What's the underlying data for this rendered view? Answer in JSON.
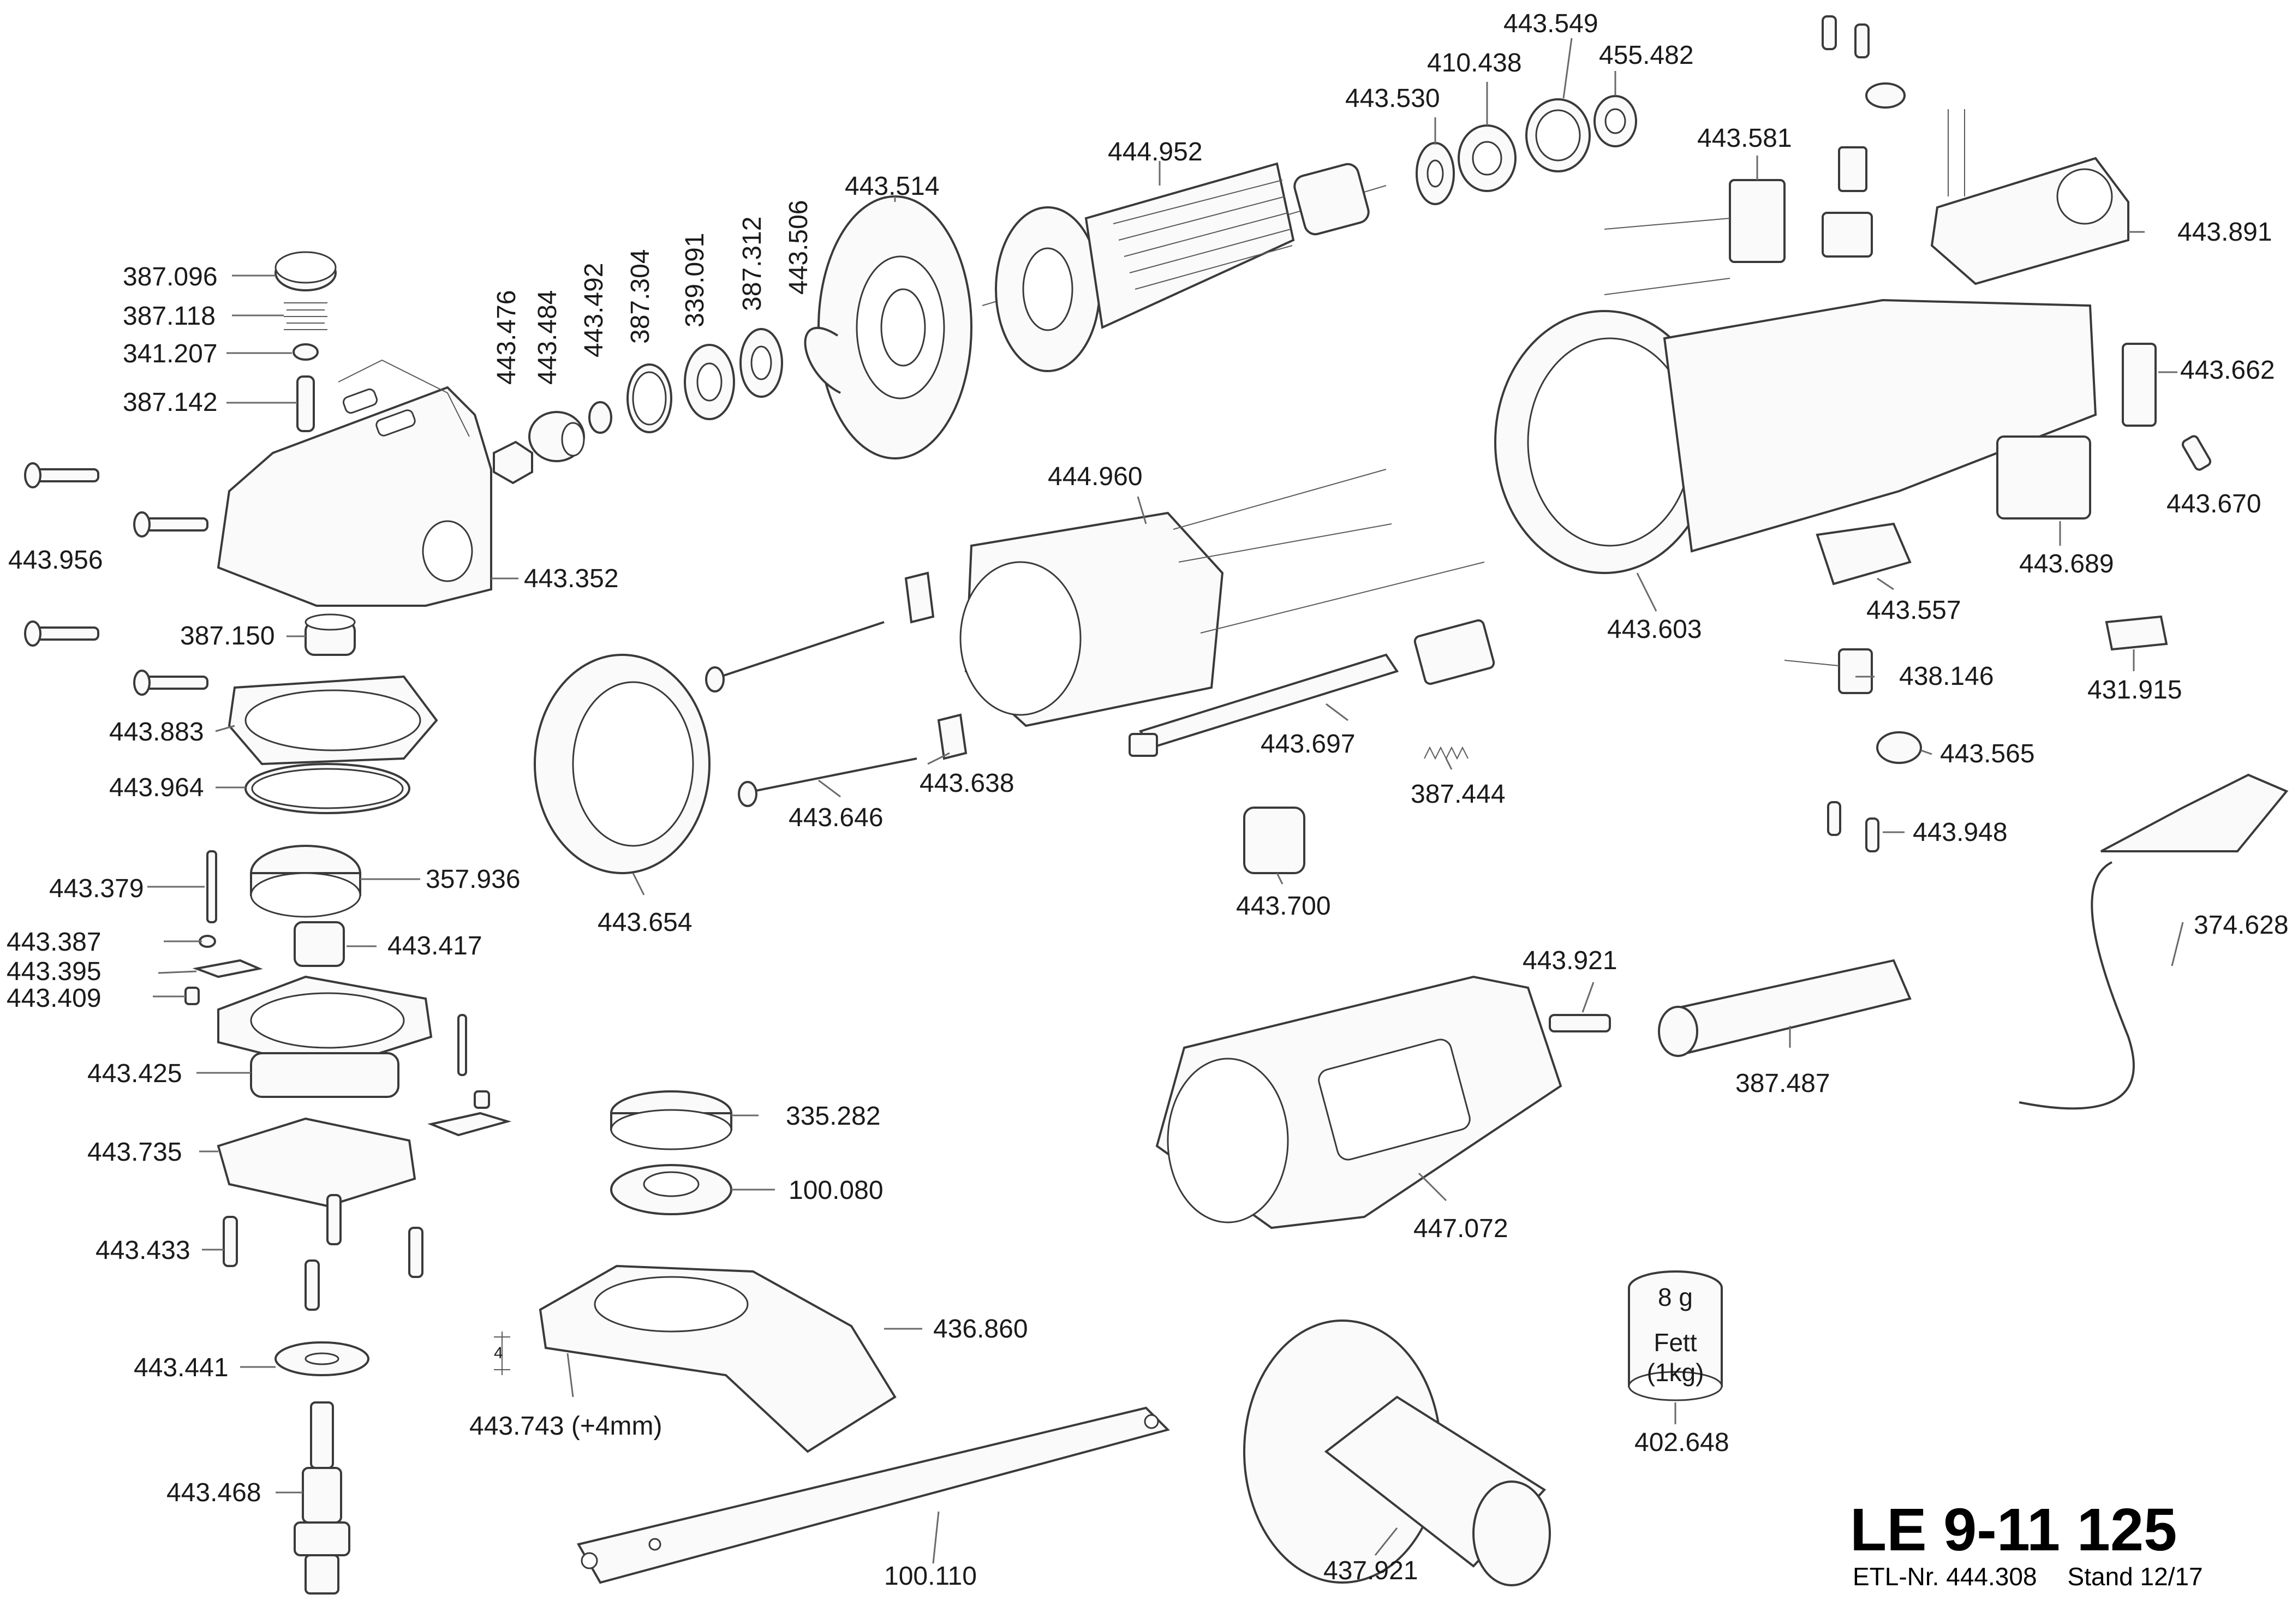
{
  "title": "LE 9-11 125",
  "footer": {
    "etl": "ETL-Nr. 444.308",
    "stand": "Stand 12/17"
  },
  "grease": {
    "amount": "8 g",
    "line1": "Fett",
    "line2": "(1kg)"
  },
  "parts": {
    "p443549": "443.549",
    "p410438": "410.438",
    "p455482": "455.482",
    "p443530": "443.530",
    "p444952": "444.952",
    "p443581": "443.581",
    "p443514": "443.514",
    "p443891": "443.891",
    "p387096": "387.096",
    "p387118": "387.118",
    "p341207": "341.207",
    "p387142": "387.142",
    "p443476": "443.476",
    "p443484": "443.484",
    "p443492": "443.492",
    "p387304": "387.304",
    "p339091": "339.091",
    "p387312": "387.312",
    "p443506": "443.506",
    "p443662": "443.662",
    "p443670": "443.670",
    "p444960": "444.960",
    "p443956": "443.956",
    "p443352": "443.352",
    "p443689": "443.689",
    "p443603": "443.603",
    "p443557": "443.557",
    "p387150": "387.150",
    "p438146": "438.146",
    "p431915": "431.915",
    "p443883": "443.883",
    "p443697": "443.697",
    "p443565": "443.565",
    "p443964": "443.964",
    "p443646": "443.646",
    "p443638": "443.638",
    "p387444": "387.444",
    "p443948": "443.948",
    "p443379": "443.379",
    "p357936": "357.936",
    "p443654": "443.654",
    "p443700": "443.700",
    "p374628": "374.628",
    "p443387": "443.387",
    "p443417": "443.417",
    "p443395": "443.395",
    "p443409": "443.409",
    "p443921": "443.921",
    "p387487": "387.487",
    "p443425": "443.425",
    "p335282": "335.282",
    "p443735": "443.735",
    "p100080": "100.080",
    "p447072": "447.072",
    "p443433": "443.433",
    "p436860": "436.860",
    "p443441": "443.441",
    "p443743": "443.743 (+4mm)",
    "p402648": "402.648",
    "p443468": "443.468",
    "p100110": "100.110",
    "p437921": "437.921"
  }
}
